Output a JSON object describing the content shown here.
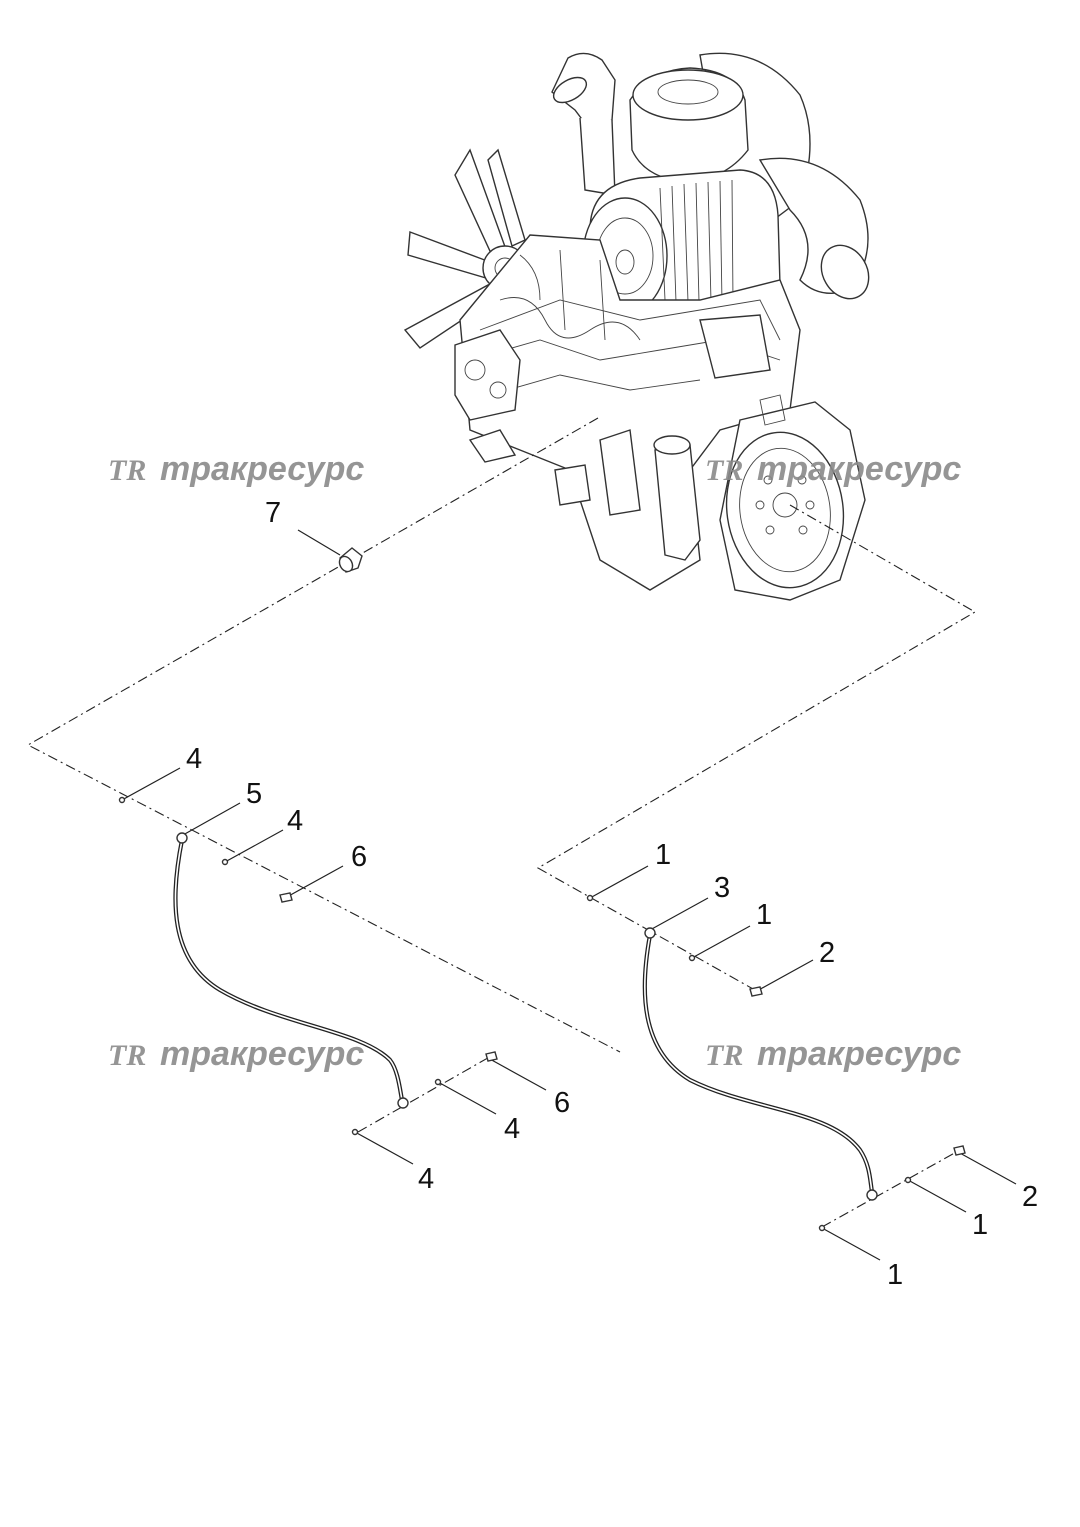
{
  "watermark": {
    "logo": "TR",
    "text": "тракресурс",
    "color": "#8a8a8a"
  },
  "callouts": {
    "c7": "7",
    "left_top_4": "4",
    "left_5": "5",
    "left_mid_4": "4",
    "left_6": "6",
    "left_bottom_6": "6",
    "left_bottom_4a": "4",
    "left_bottom_4b": "4",
    "right_top_1": "1",
    "right_3": "3",
    "right_mid_1": "1",
    "right_2": "2",
    "right_bottom_2": "2",
    "right_bottom_1a": "1",
    "right_bottom_1b": "1"
  },
  "icons": {
    "engine": "engine-assembly-icon",
    "fitting": "fitting-icon",
    "bolt": "bolt-icon",
    "washer": "washer-icon",
    "ground_cable": "ground-cable-icon"
  }
}
